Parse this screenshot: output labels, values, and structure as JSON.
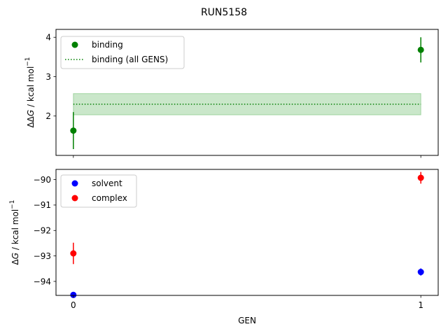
{
  "chart_data": [
    {
      "type": "scatter",
      "title": "RUN5158",
      "xlabel": "",
      "ylabel": "ΔΔG / kcal mol⁻¹",
      "ylabel_parts": {
        "main": "ΔΔ",
        "var": "G",
        "units": " / kcal mol",
        "sup": "−1"
      },
      "xlim": [
        -0.05,
        1.05
      ],
      "ylim": [
        1.0,
        4.2
      ],
      "x_ticks": [
        0,
        1
      ],
      "x_tick_labels": [
        "",
        ""
      ],
      "y_ticks": [
        2,
        3,
        4
      ],
      "y_tick_labels": [
        "2",
        "3",
        "4"
      ],
      "grid": false,
      "legend": "top-left",
      "series": [
        {
          "name": "binding",
          "kind": "errorbar",
          "color": "#008000",
          "points": [
            {
              "x": 0,
              "y": 1.63,
              "err": 0.47
            },
            {
              "x": 1,
              "y": 3.68,
              "err": 0.32
            }
          ]
        },
        {
          "name": "binding (all GENS)",
          "kind": "band",
          "color": "#008000",
          "band_color": "#2ca02c",
          "x": [
            0,
            1
          ],
          "y": 2.3,
          "lower": 2.03,
          "upper": 2.57
        }
      ]
    },
    {
      "type": "scatter",
      "xlabel": "GEN",
      "ylabel": "ΔG / kcal mol⁻¹",
      "ylabel_parts": {
        "main": "Δ",
        "var": "G",
        "units": " / kcal mol",
        "sup": "−1"
      },
      "xlim": [
        -0.05,
        1.05
      ],
      "ylim": [
        -94.55,
        -89.6
      ],
      "x_ticks": [
        0,
        1
      ],
      "x_tick_labels": [
        "0",
        "1"
      ],
      "y_ticks": [
        -94,
        -93,
        -92,
        -91,
        -90
      ],
      "y_tick_labels": [
        "−94",
        "−93",
        "−92",
        "−91",
        "−90"
      ],
      "grid": false,
      "legend": "top-left",
      "series": [
        {
          "name": "solvent",
          "kind": "errorbar",
          "color": "#0000ff",
          "points": [
            {
              "x": 0,
              "y": -94.53,
              "err": 0.1
            },
            {
              "x": 1,
              "y": -93.63,
              "err": 0.14
            }
          ]
        },
        {
          "name": "complex",
          "kind": "errorbar",
          "color": "#ff0000",
          "points": [
            {
              "x": 0,
              "y": -92.9,
              "err": 0.42
            },
            {
              "x": 1,
              "y": -89.93,
              "err": 0.23
            }
          ]
        }
      ]
    }
  ]
}
